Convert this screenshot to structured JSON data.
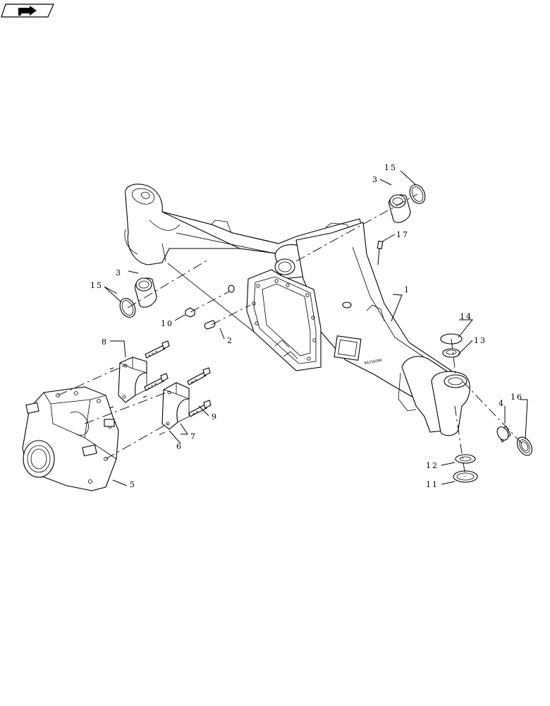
{
  "nav_icon": "return-arrow-icon",
  "casting_mark": "84256086",
  "callouts": [
    "1",
    "2",
    "3",
    "3",
    "4",
    "5",
    "6",
    "7",
    "8",
    "9",
    "10",
    "11",
    "12",
    "13",
    "14",
    "15",
    "15",
    "16",
    "17"
  ]
}
